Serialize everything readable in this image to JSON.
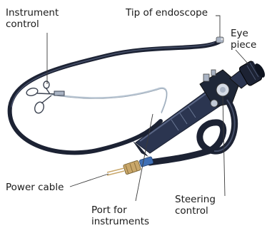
{
  "labels": {
    "instrument_control": [
      "Instrument",
      "control"
    ],
    "tip_of_endoscope": "Tip of endoscope",
    "eye_piece": [
      "Eye",
      "piece"
    ],
    "power_cable": "Power cable",
    "steering_control": [
      "Steering",
      "control"
    ],
    "port_for_instruments": [
      "Port for",
      "instruments"
    ]
  },
  "colors": {
    "tube": "#1c2233",
    "tube_highlight": "#46506a",
    "body": "#2b3550",
    "metal": "#aab4c4",
    "wire": "#b9c6d3",
    "cable_connector_blue": "#3f6fb5",
    "connector_brass": "#c9a76a",
    "leader": "#3a3a3a"
  }
}
